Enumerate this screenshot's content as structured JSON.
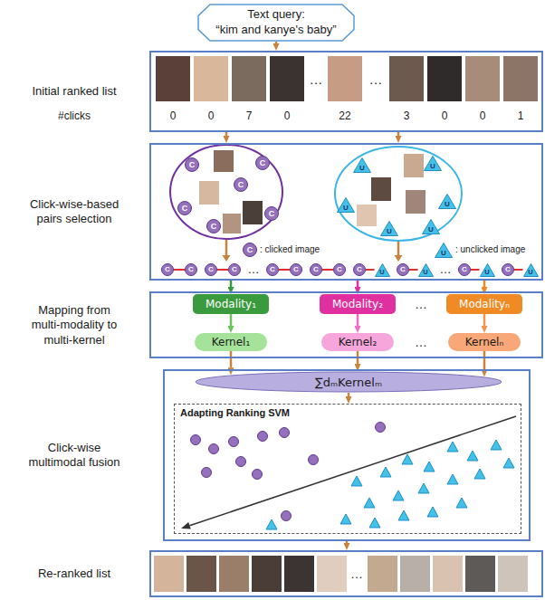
{
  "diagram": {
    "nodes": [
      {
        "text": [
          "Text query:",
          "“kim and kanye's baby”"
        ]
      },
      {
        "text": [
          "Initial ranked list"
        ]
      },
      {
        "text": [
          "Click-wise-based pairs selection"
        ]
      },
      {
        "text": [
          "C"
        ],
        "in": 2
      },
      {
        "text": [
          "C"
        ],
        "in": 2
      },
      {
        "text": [
          "C"
        ],
        "in": 2
      },
      {
        "text": [
          "C"
        ],
        "in": 2
      },
      {
        "text": [
          "C"
        ],
        "in": 2
      },
      {
        "text": [
          "C"
        ],
        "in": 2
      },
      {
        "text": [
          "C"
        ],
        "in": 2
      },
      {
        "text": [
          "U"
        ],
        "in": 2
      },
      {
        "text": [
          "U"
        ],
        "in": 2
      },
      {
        "text": [
          "U"
        ],
        "in": 2
      },
      {
        "text": [
          "U"
        ],
        "in": 2
      },
      {
        "text": [
          "U"
        ],
        "in": 2
      },
      {
        "text": [
          "U"
        ],
        "in": 2
      },
      {
        "text": [
          "U"
        ],
        "in": 2
      },
      {
        "text": [
          "C"
        ],
        "in": 2
      },
      {
        "text": [
          "C"
        ],
        "in": 2
      },
      {
        "text": [
          "C"
        ],
        "in": 2
      },
      {
        "text": [
          "C"
        ],
        "in": 2
      },
      {
        "text": [
          "C"
        ],
        "in": 2
      },
      {
        "text": [
          "C"
        ],
        "in": 2
      },
      {
        "text": [
          "C"
        ],
        "in": 2
      },
      {
        "text": [
          "C"
        ],
        "in": 2
      },
      {
        "text": [
          "C"
        ],
        "in": 2
      },
      {
        "text": [
          "U"
        ],
        "in": 2
      },
      {
        "text": [
          "C"
        ],
        "in": 2
      },
      {
        "text": [
          "U"
        ],
        "in": 2
      },
      {
        "text": [
          "C"
        ],
        "in": 2
      },
      {
        "text": [
          "U"
        ],
        "in": 2
      },
      {
        "text": [
          "C"
        ],
        "in": 2
      },
      {
        "text": [
          "U"
        ],
        "in": 2
      },
      {
        "text": [
          "Mapping from multi-modality to multi-kernel"
        ]
      },
      {
        "text": [
          "Modality₁"
        ],
        "in": 33
      },
      {
        "text": [
          "Modality₂"
        ],
        "in": 33
      },
      {
        "text": [
          "Modalityₙ"
        ],
        "in": 33
      },
      {
        "text": [
          "Kernel₁"
        ],
        "in": 33
      },
      {
        "text": [
          "Kernel₂"
        ],
        "in": 33
      },
      {
        "text": [
          "Kernelₙ"
        ],
        "in": 33
      },
      {
        "text": [
          "Click-wise multimodal fusion"
        ]
      },
      {
        "text": [
          "∑dₘKernelₘ"
        ],
        "in": 40
      },
      {
        "text": [
          "Adapting Ranking SVM"
        ],
        "in": 40
      },
      {
        "text": [
          "Re-ranked list"
        ]
      }
    ],
    "edges": [
      {
        "from": 0,
        "to": 1,
        "arrow": "to"
      },
      {
        "from": 1,
        "to": 2,
        "arrow": "to"
      },
      {
        "from": 1,
        "to": 2,
        "arrow": "to"
      },
      {
        "from": 17,
        "to": 18,
        "arrow": "none"
      },
      {
        "from": 19,
        "to": 20,
        "arrow": "none"
      },
      {
        "from": 21,
        "to": 22,
        "arrow": "none"
      },
      {
        "from": 23,
        "to": 24,
        "arrow": "none"
      },
      {
        "from": 25,
        "to": 26,
        "arrow": "none"
      },
      {
        "from": 27,
        "to": 28,
        "arrow": "none"
      },
      {
        "from": 29,
        "to": 30,
        "arrow": "none"
      },
      {
        "from": 31,
        "to": 32,
        "arrow": "none"
      },
      {
        "from": 2,
        "to": 34,
        "arrow": "to"
      },
      {
        "from": 2,
        "to": 35,
        "arrow": "to"
      },
      {
        "from": 2,
        "to": 36,
        "arrow": "to"
      },
      {
        "from": 34,
        "to": 37,
        "arrow": "to"
      },
      {
        "from": 35,
        "to": 38,
        "arrow": "to"
      },
      {
        "from": 36,
        "to": 39,
        "arrow": "to"
      },
      {
        "from": 37,
        "to": 41,
        "arrow": "to"
      },
      {
        "from": 38,
        "to": 41,
        "arrow": "to"
      },
      {
        "from": 39,
        "to": 41,
        "arrow": "to"
      },
      {
        "from": 41,
        "to": 42,
        "arrow": "to"
      },
      {
        "from": 40,
        "to": 43,
        "arrow": "to"
      }
    ],
    "labels": [
      "…",
      "…",
      "#clicks",
      "0",
      "0",
      "7",
      "0",
      "22",
      "3",
      "0",
      "0",
      "1",
      ": clicked image",
      ": unclicked image",
      "…",
      "…",
      "…",
      "…",
      "…"
    ]
  }
}
